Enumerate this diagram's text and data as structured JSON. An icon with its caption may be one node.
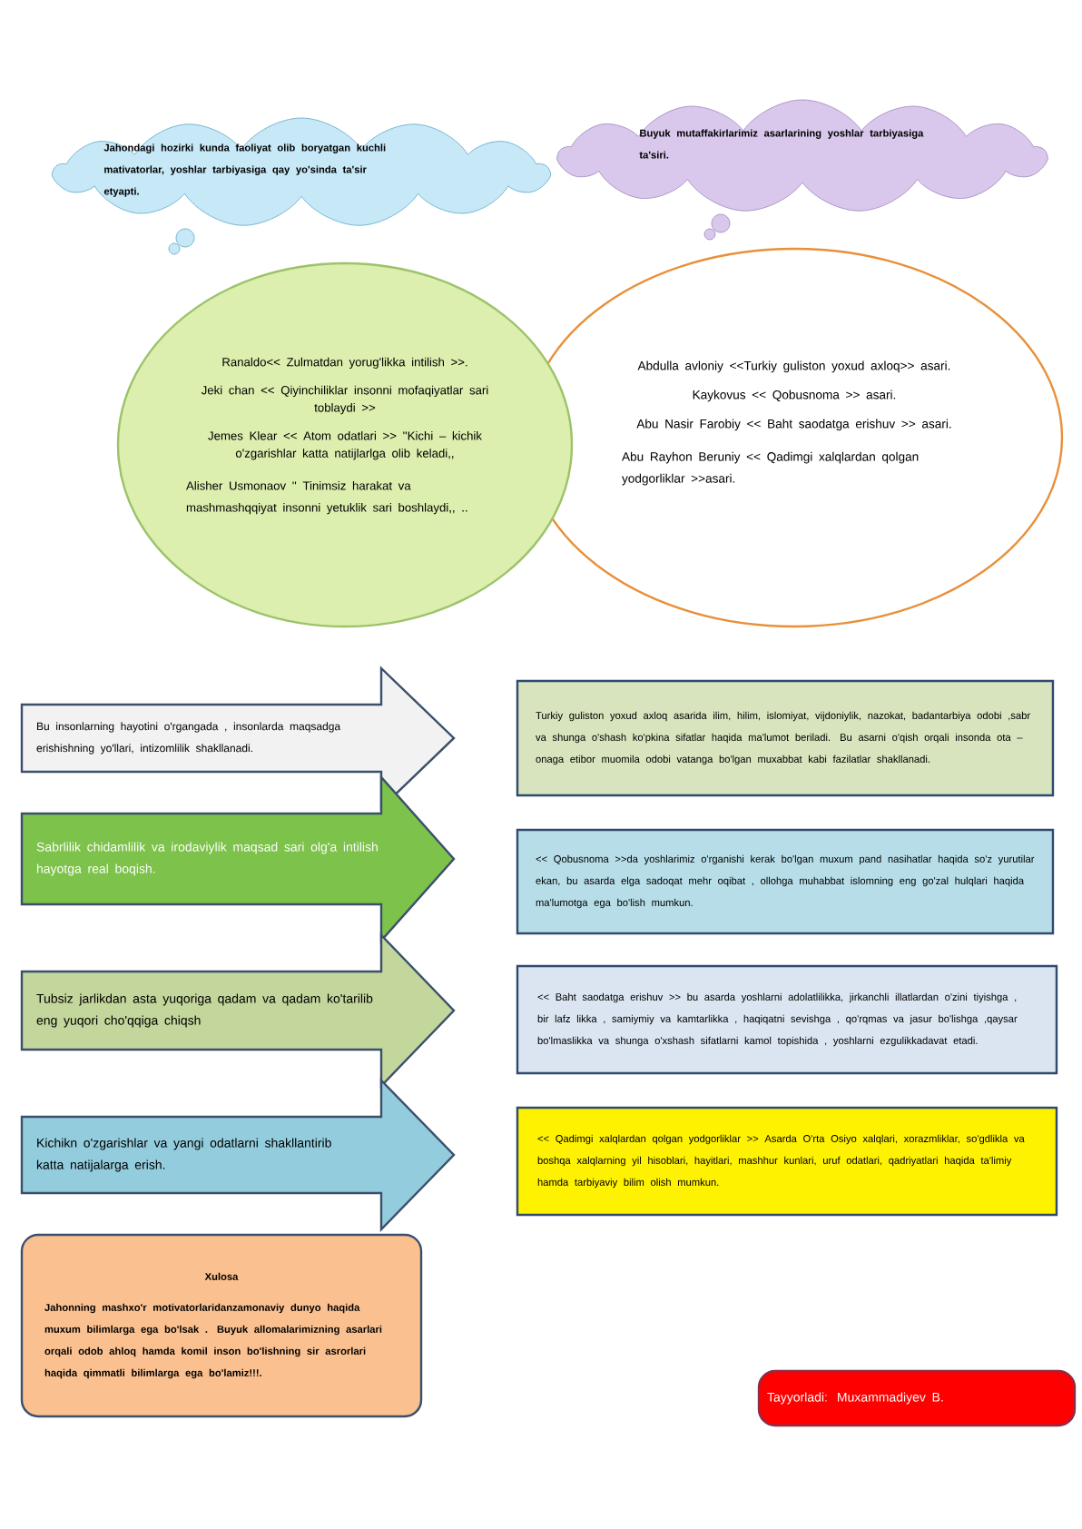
{
  "diagram": {
    "nodes": [
      {
        "text": [
          "Jahondagi hozirki kunda faoliyat olib boryatgan kuchli mativatorlar, yoshlar tarbiyasiga qay yo'sinda ta'sir etyapti."
        ]
      },
      {
        "text": [
          "Buyuk mutaffakirlarimiz asarlarining yoshlar tarbiyasiga ta'siri."
        ]
      },
      {
        "text": [
          "Ranaldo<< Zulmatdan yorug'likka intilish >>.",
          "Jeki chan << Qiyinchiliklar insonni mofaqiyatlar sari toblaydi >>",
          "Jemes Klear << Atom odatlari >> ''Kichi – kichik o'zgarishlar katta natijlarlga olib keladi,,",
          "Alisher Usmonaov '' Tinimsiz harakat va mashmashqqiyat insonni yetuklik sari boshlaydi,, .."
        ]
      },
      {
        "text": [
          "Abdulla avloniy <<Turkiy guliston yoxud axloq>> asari.",
          "Kaykovus << Qobusnoma >> asari.",
          "Abu Nasir Farobiy << Baht saodatga erishuv >> asari.",
          "Abu Rayhon Beruniy << Qadimgi xalqlardan qolgan yodgorliklar >>asari."
        ]
      },
      {
        "text": [
          "Bu insonlarning hayotini o'rgangada , insonlarda maqsadga erishishning yo'llari, intizomlilik shakllanadi."
        ]
      },
      {
        "text": [
          "Sabrlilik chidamlilik va irodaviylik maqsad sari olg'a intilish hayotga real boqish."
        ]
      },
      {
        "text": [
          "Tubsiz jarlikdan asta yuqoriga qadam va qadam ko'tarilib eng yuqori cho'qqiga chiqsh"
        ]
      },
      {
        "text": [
          "Kichikn o'zgarishlar va yangi odatlarni shakllantirib katta natijalarga erish."
        ]
      },
      {
        "text": [
          "Turkiy guliston yoxud axloq asarida ilim, hilim, islomiyat, vijdoniylik, nazokat, badantarbiya odobi ,sabr va shunga o'shash ko'pkina sifatlar haqida ma'lumot beriladi. Bu asarni o'qish orqali insonda ota – onaga etibor muomila odobi vatanga bo'lgan muxabbat kabi fazilatlar shakllanadi."
        ]
      },
      {
        "text": [
          "<< Qobusnoma >>da yoshlarimiz o'rganishi kerak bo'lgan muxum pand nasihatlar haqida so'z yurutilar ekan, bu asarda elga sadoqat mehr oqibat , ollohga muhabbat islomning eng go'zal hulqlari haqida ma'lumotga ega bo'lish mumkun."
        ]
      },
      {
        "text": [
          "<< Baht saodatga erishuv >> bu asarda yoshlarni adolatlilikka, jirkanchli illatlardan o'zini tiyishga , bir lafz likka , samiymiy va kamtarlikka , haqiqatni sevishga , qo'rqmas va jasur bo'lishga ,qaysar bo'lmaslikka va shunga o'xshash sifatlarni kamol topishida , yoshlarni ezgulikkadavat etadi."
        ]
      },
      {
        "text": [
          "<< Qadimgi xalqlardan qolgan yodgorliklar >> Asarda O'rta Osiyo xalqlari, xorazmliklar, so'gdlikla va boshqa xalqlarning yil hisoblari, hayitlari, mashhur kunlari, uruf odatlari, qadriyatlari haqida ta'limiy hamda tarbiyaviy bilim olish mumkun."
        ]
      },
      {
        "text": [
          "Xulosa",
          "Jahonning mashxo'r motivatorlaridanzamonaviy dunyo haqida muxum bilimlarga ega bo'lsak . Buyuk allomalarimizning asarlari orqali odob ahloq hamda komil inson bo'lishning sir asrorlari haqida qimmatli bilimlarga ega bo'lamiz!!!."
        ]
      },
      {
        "text": [
          "Tayyorladi: Muxammadiyev B."
        ]
      }
    ]
  }
}
